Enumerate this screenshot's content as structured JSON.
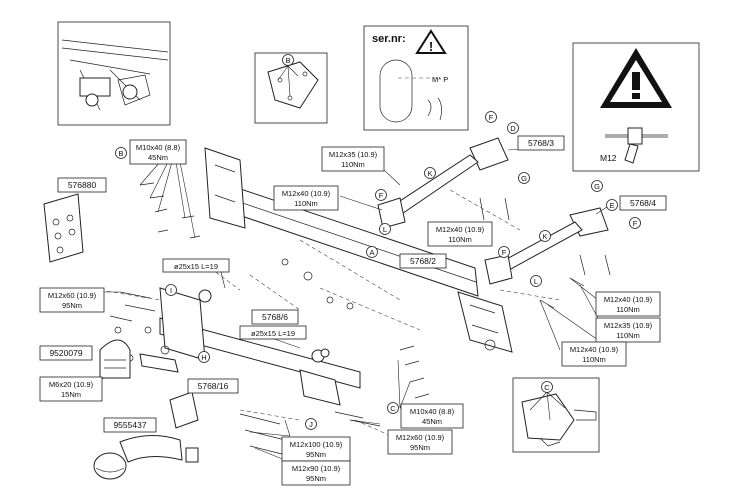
{
  "service_box": {
    "title": "ser.nr:",
    "marker": "M* P"
  },
  "warning_box": {
    "label": "M12"
  },
  "parts": [
    {
      "id": "576880",
      "text": "576880"
    },
    {
      "id": "5768/3",
      "text": "5768/3"
    },
    {
      "id": "5768/4",
      "text": "5768/4"
    },
    {
      "id": "5768/2",
      "text": "5768/2"
    },
    {
      "id": "5768/6",
      "text": "5768/6"
    },
    {
      "id": "5768/16",
      "text": "5768/16"
    },
    {
      "id": "9520079",
      "text": "9520079"
    },
    {
      "id": "9555437",
      "text": "9555437"
    }
  ],
  "callouts": [
    "A",
    "B",
    "C",
    "D",
    "E",
    "F",
    "G",
    "H",
    "I",
    "J",
    "K",
    "L"
  ],
  "specs": {
    "b_bolt": {
      "size": "M10x40 (8.8)",
      "torque": "45Nm"
    },
    "m12x35_top": {
      "size": "M12x35 (10.9)",
      "torque": "110Nm"
    },
    "m12x40_left": {
      "size": "M12x40 (10.9)",
      "torque": "110Nm"
    },
    "m12x40_mid": {
      "size": "M12x40 (10.9)",
      "torque": "110Nm"
    },
    "dia25_a": {
      "size": "ø25x15 L=19"
    },
    "m12x60_left": {
      "size": "M12x60 (10.9)",
      "torque": "95Nm"
    },
    "dia25_b": {
      "size": "ø25x15 L=19"
    },
    "m6x20": {
      "size": "M6x20 (10.9)",
      "torque": "15Nm"
    },
    "m12x40_r1": {
      "size": "M12x40 (10.9)",
      "torque": "110Nm"
    },
    "m12x35_r": {
      "size": "M12x35 (10.9)",
      "torque": "110Nm"
    },
    "m12x40_r2": {
      "size": "M12x40 (10.9)",
      "torque": "110Nm"
    },
    "c_bolt": {
      "size": "M10x40 (8.8)",
      "torque": "45Nm"
    },
    "m12x60_bottom": {
      "size": "M12x60 (10.9)",
      "torque": "95Nm"
    },
    "m12x100": {
      "size": "M12x100 (10.9)",
      "torque": "95Nm"
    },
    "m12x90": {
      "size": "M12x90 (10.9)",
      "torque": "95Nm"
    }
  }
}
